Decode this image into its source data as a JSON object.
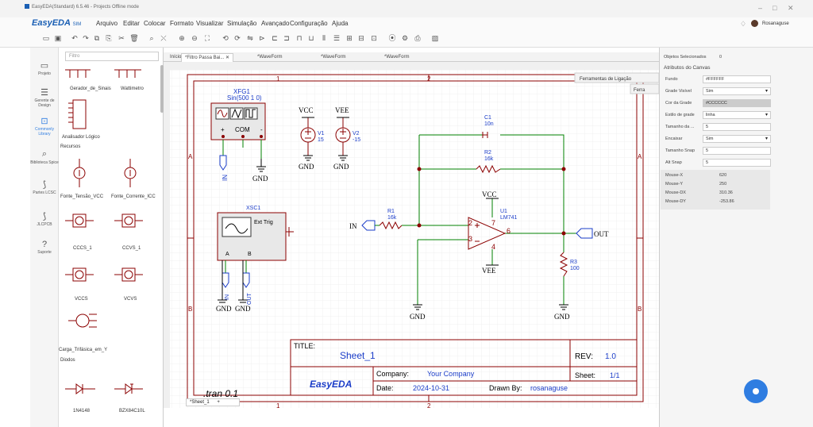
{
  "window": {
    "title": "EasyEDA(Standard) 6.5.46 - Projects Offline mode"
  },
  "app": {
    "logo": "EasyEDA",
    "edition": "SIM"
  },
  "menu": [
    "Arquivo",
    "Editar",
    "Colocar",
    "Formato",
    "Visualizar",
    "Simulação",
    "Avançado",
    "Configuração",
    "Ajuda"
  ],
  "user": {
    "name": "Rosanaguse"
  },
  "rail": [
    {
      "icon": "folder-icon",
      "label": "Projeto"
    },
    {
      "icon": "list-icon",
      "label": "Gerente de Design"
    },
    {
      "icon": "chip-icon",
      "label": "Commonly Library"
    },
    {
      "icon": "search-icon",
      "label": "Biblioteca Spice"
    },
    {
      "icon": "lcsc-icon",
      "label": "Partes LCSC"
    },
    {
      "icon": "jlcpcb-icon",
      "label": "JLCPCB"
    },
    {
      "icon": "help-icon",
      "label": "Suporte"
    }
  ],
  "library": {
    "filter_placeholder": "Filtro",
    "items": [
      "Gerador_de_Sinais",
      "Wattimetro",
      "Analisador Lógico"
    ],
    "section_resources": "Recursos",
    "resources": [
      "Fonte_Tensão_VCC",
      "Fonte_Corrente_ICC",
      "CCCS_1",
      "CCVS_1",
      "VCCS",
      "VCVS",
      "Carga_Trifásica_em_Y"
    ],
    "section_diodes": "Diodos",
    "diodes": [
      "1N4148",
      "BZX84C10L"
    ]
  },
  "tabs": [
    "Início",
    "*Filtro Passa Bai...",
    "*WaveForm",
    "*WaveForm",
    "*WaveForm"
  ],
  "float_panels": [
    "Ferramentas de Ligação",
    "Ferra"
  ],
  "schematic": {
    "frame_cols": [
      "1",
      "2"
    ],
    "frame_rows": [
      "A",
      "B"
    ],
    "xfg": {
      "name": "XFG1",
      "value": "Sin(500 1 0)",
      "plus": "+",
      "com": "COM",
      "minus": "-",
      "net": "IN",
      "gnd": "GND"
    },
    "vcc_src": {
      "top": "VCC",
      "name": "V1",
      "value": "15",
      "gnd": "GND"
    },
    "vee_src": {
      "top": "VEE",
      "name": "V2",
      "value": "-15",
      "gnd": "GND"
    },
    "c1": {
      "name": "C1",
      "value": "10n"
    },
    "r2": {
      "name": "R2",
      "value": "16k"
    },
    "r1": {
      "name": "R1",
      "value": "16k"
    },
    "u1": {
      "name": "U1",
      "part": "LM741",
      "pin2": "2",
      "pin3": "3",
      "pin7": "7",
      "pin4": "4",
      "pin6": "6",
      "vcc": "VCC",
      "vee": "VEE"
    },
    "r3": {
      "name": "R3",
      "value": "100"
    },
    "xsc": {
      "name": "XSC1",
      "trig": "Ext Trig",
      "a": "A",
      "b": "B",
      "net_in": "IN",
      "net_out": "OUT",
      "gnd1": "GND",
      "gnd2": "GND"
    },
    "in_port": "IN",
    "out_port": "OUT",
    "gnd_op": "GND",
    "gnd_r3": "GND",
    "directive": ".tran 0.1",
    "title_block": {
      "title_label": "TITLE:",
      "title": "Sheet_1",
      "rev_label": "REV:",
      "rev": "1.0",
      "company_label": "Company:",
      "company": "Your Company",
      "sheet_label": "Sheet:",
      "sheet": "1/1",
      "date_label": "Date:",
      "date": "2024-10-31",
      "drawn_label": "Drawn By:",
      "drawn": "rosanaguse",
      "logo": "EasyEDA"
    }
  },
  "sheet_tab": "*Sheet_1",
  "right_panel": {
    "header": "Objetos Selecionados",
    "selected_count": "0",
    "section": "Atributos do Canvas",
    "props": [
      {
        "label": "Fundo",
        "value": "#FFFFFF"
      },
      {
        "label": "Grade Visível",
        "value": "Sim"
      },
      {
        "label": "Cor da Grade",
        "value": "#CCCCCC"
      },
      {
        "label": "Estilo de grade",
        "value": "linha"
      },
      {
        "label": "Tamanho da ...",
        "value": "5"
      },
      {
        "label": "Encaixar",
        "value": "Sim"
      },
      {
        "label": "Tamanho Snap",
        "value": "5"
      },
      {
        "label": "Alt Snap",
        "value": "5"
      }
    ],
    "mouse": [
      {
        "label": "Mouse-X",
        "value": "620"
      },
      {
        "label": "Mouse-Y",
        "value": "250"
      },
      {
        "label": "Mouse-DX",
        "value": "310.36"
      },
      {
        "label": "Mouse-DY",
        "value": "-253.86"
      }
    ]
  },
  "colors": {
    "wire": "#008000",
    "component": "#8b0000",
    "port": "#1a3cc8",
    "text": "#1a3cc8",
    "frame": "#8b0000"
  }
}
